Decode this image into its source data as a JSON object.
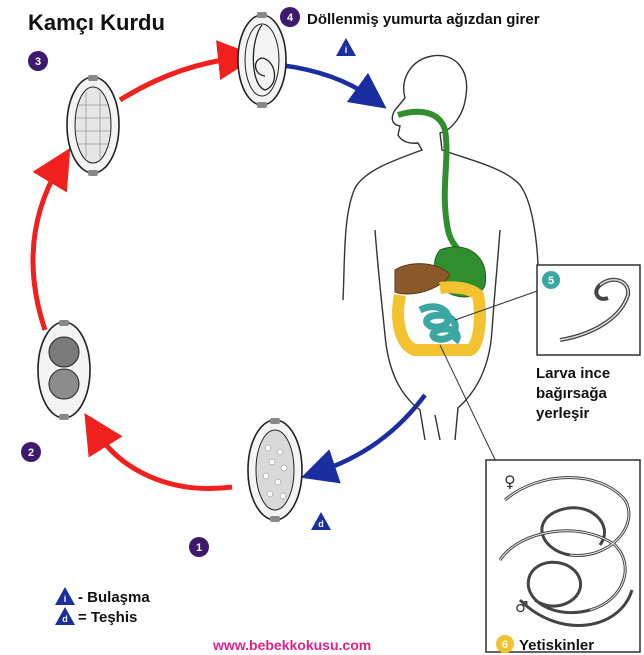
{
  "title": "Kamçı Kurdu",
  "steps": {
    "s1": "1",
    "s2": "2",
    "s3": "3",
    "s4": "4",
    "s5": "5",
    "s6": "6"
  },
  "labels": {
    "egg_enters": "Döllenmiş yumurta ağızdan girer",
    "larva_line1": "Larva ince",
    "larva_line2": "bağırsağa",
    "larva_line3": "yerleşir",
    "adults": "Yetiskinler"
  },
  "markers": {
    "infective_symbol": "i",
    "diagnostic_symbol": "d",
    "female_symbol": "♀",
    "male_symbol": "♂"
  },
  "legend": {
    "infective": "- Bulaşma",
    "diagnostic": "= Teşhis"
  },
  "footer": {
    "website": "www.bebekkokusu.com"
  },
  "colors": {
    "red_arrow": "#f0201e",
    "blue_arrow": "#1a2ea0",
    "step_circle": "#3d1a6e",
    "larva_circle": "#3aa7a3",
    "adult_circle": "#f2c230",
    "gut_green": "#2f8f2f",
    "colon_yellow": "#f2c230",
    "small_intestine": "#3aa7a3",
    "liver": "#8b5a2b",
    "website_pink": "#e0218a"
  }
}
